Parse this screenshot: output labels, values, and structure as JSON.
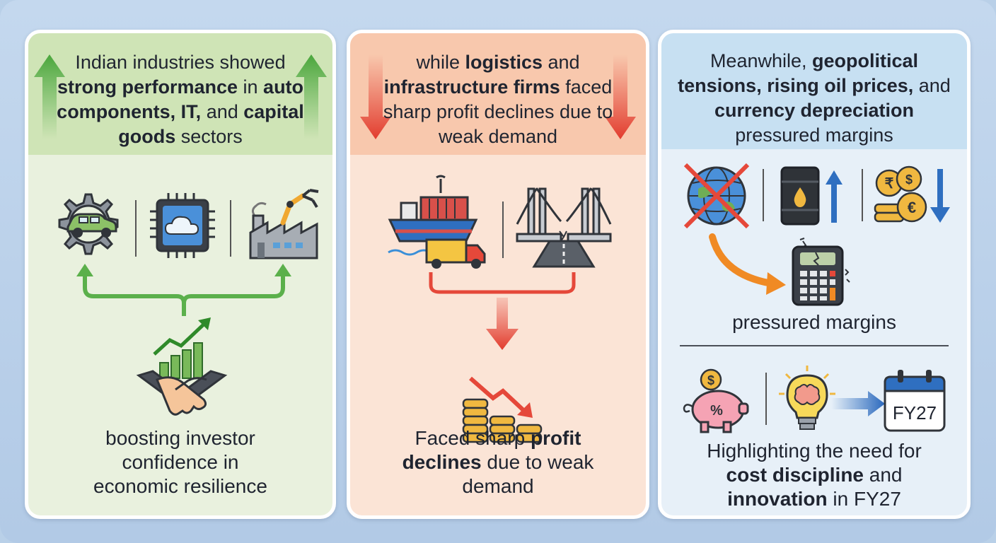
{
  "panel_left": {
    "header_parts": [
      {
        "text": "Indian industries showed ",
        "bold": false
      },
      {
        "text": "strong performance",
        "bold": true
      },
      {
        "text": " in ",
        "bold": false
      },
      {
        "text": "auto components, IT,",
        "bold": true
      },
      {
        "text": " and ",
        "bold": false
      },
      {
        "text": "capital goods",
        "bold": true
      },
      {
        "text": " sectors",
        "bold": false
      }
    ],
    "icons": [
      "gear-car-icon",
      "cloud-chip-icon",
      "factory-robot-arm-icon",
      "growth-chart-handshake-icon"
    ],
    "caption": "boosting investor confidence in economic resilience"
  },
  "panel_middle": {
    "header_parts": [
      {
        "text": "while ",
        "bold": false
      },
      {
        "text": "logistics",
        "bold": true
      },
      {
        "text": " and ",
        "bold": false
      },
      {
        "text": "infrastructure firms",
        "bold": true
      },
      {
        "text": " faced sharp profit declines due to weak demand",
        "bold": false
      }
    ],
    "icons": [
      "cargo-ship-truck-icon",
      "broken-bridge-icon",
      "declining-coins-icon"
    ],
    "caption_parts": [
      {
        "text": "Faced sharp ",
        "bold": false
      },
      {
        "text": "profit declines",
        "bold": true
      },
      {
        "text": " due to weak demand",
        "bold": false
      }
    ]
  },
  "panel_right": {
    "header_parts": [
      {
        "text": "Meanwhile, ",
        "bold": false
      },
      {
        "text": "geopolitical tensions, rising oil prices,",
        "bold": true
      },
      {
        "text": " and ",
        "bold": false
      },
      {
        "text": "currency depreciation",
        "bold": true
      },
      {
        "text": " pressured margins",
        "bold": false
      }
    ],
    "icons": [
      "crossed-globe-icon",
      "oil-barrel-up-icon",
      "currency-coins-down-icon",
      "cracked-calculator-icon",
      "piggy-bank-icon",
      "brain-bulb-icon",
      "calendar-icon"
    ],
    "mid_caption": "pressured margins",
    "calendar_label": "FY27",
    "caption_parts": [
      {
        "text": "Highlighting the need for ",
        "bold": false
      },
      {
        "text": "cost discipline",
        "bold": true
      },
      {
        "text": " and ",
        "bold": false
      },
      {
        "text": "innovation",
        "bold": true
      },
      {
        "text": " in FY27",
        "bold": false
      }
    ]
  },
  "colors": {
    "green": "#5bb04b",
    "red": "#e5483a",
    "blue": "#2f6fc0",
    "orange": "#f08a24"
  }
}
